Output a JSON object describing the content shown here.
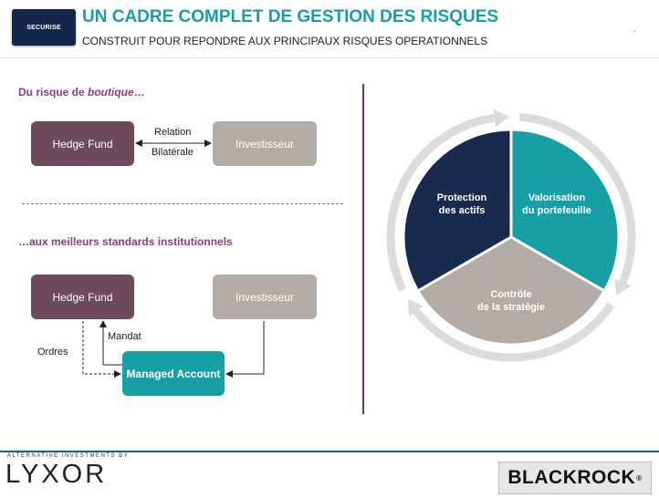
{
  "header": {
    "badge": "SECURISE",
    "title": "UN CADRE COMPLET DE GESTION DES RISQUES",
    "subtitle": "CONSTRUIT POUR REPONDRE AUX PRINCIPAUX RISQUES OPERATIONNELS"
  },
  "left": {
    "section1": {
      "prefix": "Du risque de ",
      "italic": "boutique",
      "suffix": "…"
    },
    "section2": "…aux meilleurs standards institutionnels",
    "top_diagram": {
      "hedge_fund": "Hedge Fund",
      "investisseur": "Investisseur",
      "relation": "Relation",
      "bilaterale": "Bilatérale"
    },
    "bottom_diagram": {
      "hedge_fund": "Hedge Fund",
      "investisseur": "Investisseur",
      "managed_account": "Managed Account",
      "mandat": "Mandat",
      "ordres": "Ordres"
    }
  },
  "cycle": {
    "segments": [
      {
        "line1": "Protection",
        "line2": "des actifs",
        "color": "#182a4e"
      },
      {
        "line1": "Valorisation",
        "line2": "du portefeuille",
        "color": "#16a0a5"
      },
      {
        "line1": "Contrôle",
        "line2": "de la stratégie",
        "color": "#b3aba5"
      }
    ],
    "arrow_color": "#dcdcdc"
  },
  "footer": {
    "lyxor_tagline": "ALTERNATIVE INVESTMENTS BY",
    "lyxor_logo": "LYXOR",
    "blackrock_logo": "BLACKROCK"
  }
}
